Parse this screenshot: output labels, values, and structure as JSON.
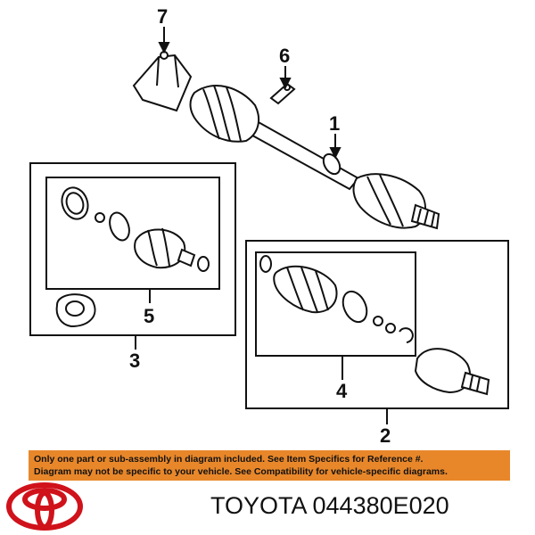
{
  "callouts": {
    "p1": "1",
    "p2": "2",
    "p3": "3",
    "p4": "4",
    "p5": "5",
    "p6": "6",
    "p7": "7"
  },
  "notice": {
    "line1": "Only one part or sub-assembly in diagram included. See Item Specifics for Reference #.",
    "line2": "Diagram may not be specific to your vehicle. See Compatibility for vehicle-specific diagrams.",
    "background_color": "#e8872a"
  },
  "part_number": {
    "brand": "TOYOTA",
    "number": "044380E020",
    "text": "TOYOTA 044380E020"
  },
  "logo": {
    "brand_color": "#d0121b",
    "icon": "toyota-logo"
  }
}
